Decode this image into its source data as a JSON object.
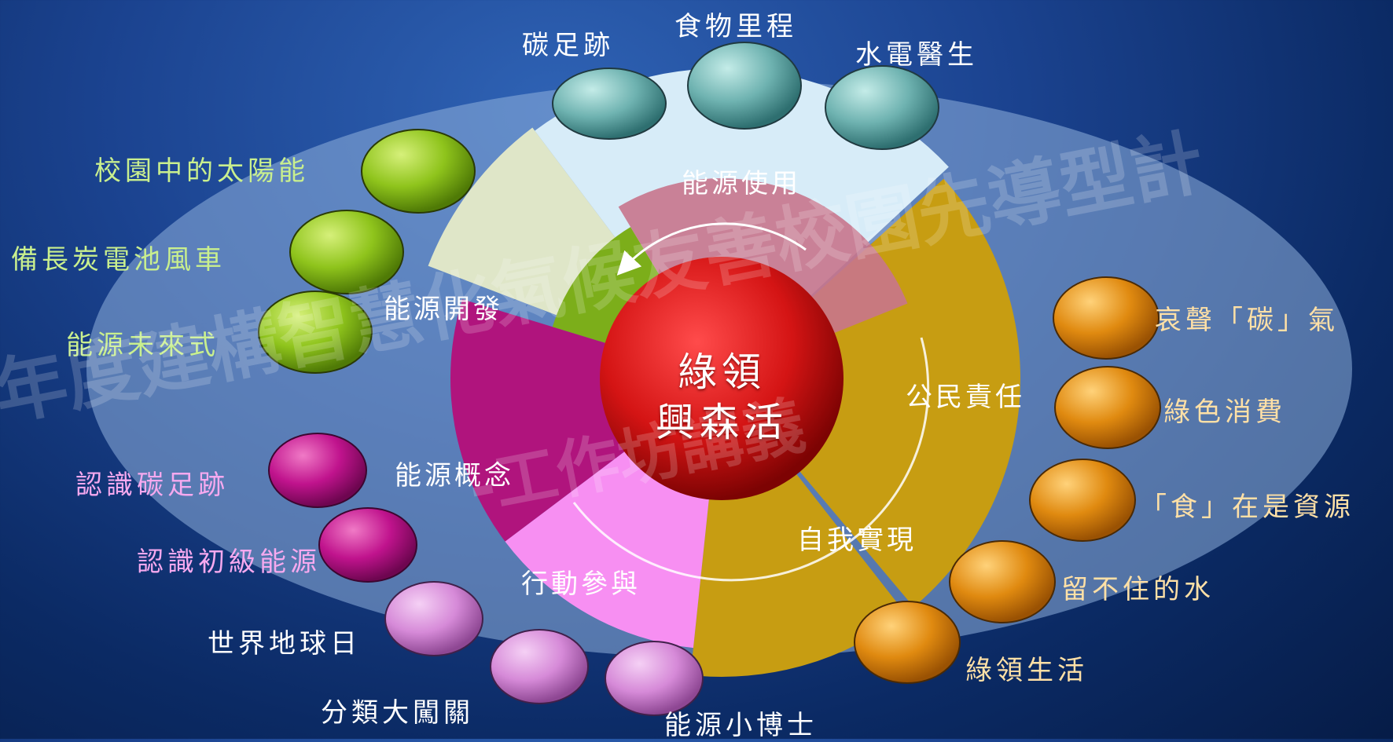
{
  "center": {
    "line1": "綠領",
    "line2": "興森活"
  },
  "segments": {
    "energy_use": "能源使用",
    "energy_dev": "能源開發",
    "energy_concept": "能源概念",
    "action": "行動參與",
    "civic": "公民責任",
    "self_real": "自我實現"
  },
  "branches": {
    "energy_use": [
      "碳足跡",
      "食物里程",
      "水電醫生"
    ],
    "energy_dev": [
      "校園中的太陽能",
      "備長炭電池風車",
      "能源未來式"
    ],
    "energy_concept": [
      "認識碳足跡",
      "認識初級能源"
    ],
    "action": [
      "世界地球日",
      "分類大闖關",
      "能源小博士"
    ],
    "civic": [
      "哀聲「碳」氣",
      "綠色消費",
      "「食」在是資源",
      "留不住的水",
      "綠領生活"
    ]
  },
  "watermark": {
    "line1": "年度建構智慧化氣候友善校園先導型計",
    "line2": "-工作坊講義"
  },
  "colors": {
    "background": "#1b4390",
    "energy_use": "#d7ecf8",
    "energy_dev": "#dfe6c8",
    "energy_concept": "#b0147d",
    "action": "#f78ff2",
    "civic": "#c79d12",
    "hub": "#d41414",
    "teal_ball": "#6fb3b1",
    "green_ball": "#8fc41c",
    "magenta_ball": "#c0138d",
    "orchid_ball": "#d68ad8",
    "orange_ball": "#e08a10"
  }
}
